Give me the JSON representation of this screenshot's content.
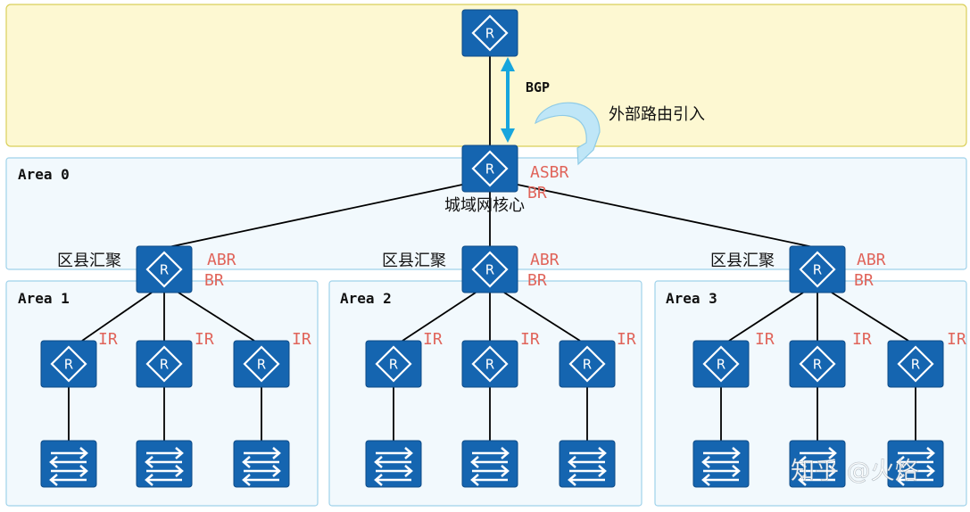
{
  "areas": {
    "top_zone": {
      "fill": "#fdf8d2",
      "stroke": "#d9cf5a"
    },
    "area0": {
      "label": "Area 0"
    },
    "area1": {
      "label": "Area 1"
    },
    "area2": {
      "label": "Area 2"
    },
    "area3": {
      "label": "Area 3"
    },
    "fill": "#f2f9fd",
    "stroke": "#9fd2ea"
  },
  "labels": {
    "bgp": "BGP",
    "external_import": "外部路由引入",
    "core_name": "城域网核心",
    "asbr": "ASBR",
    "br": "BR",
    "abr": "ABR",
    "ir": "IR",
    "county_agg": "区县汇聚",
    "watermark": "知乎 @火烙"
  },
  "icons": {
    "router": "router-icon",
    "switch": "switch-icon",
    "bgp_arrow": "double-arrow-icon",
    "import_arrow": "curved-arrow-icon"
  },
  "colors": {
    "device_blue": "#1565b0",
    "device_border": "#0d4a86",
    "role_label": "#e0645a",
    "bgp_arrow": "#17a5dd",
    "import_arrow": "#a6d9f0",
    "link_line": "#000000"
  }
}
